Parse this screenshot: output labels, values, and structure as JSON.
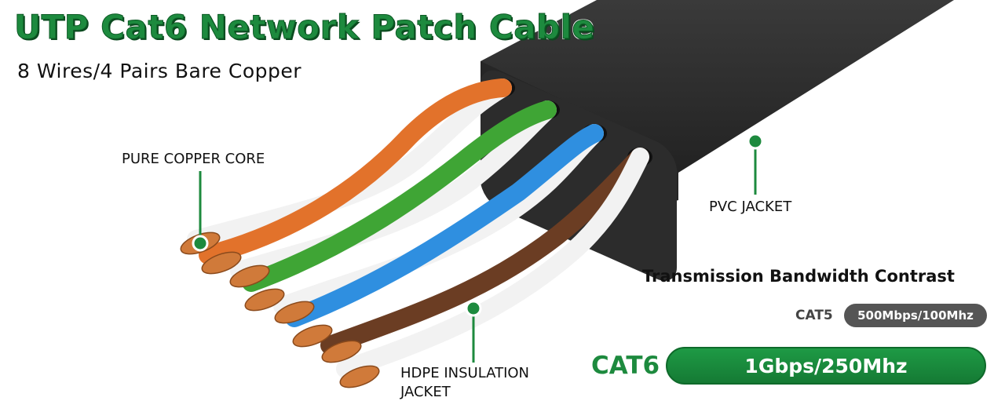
{
  "header": {
    "title": "UTP Cat6 Network Patch Cable",
    "subtitle": "8 Wires/4 Pairs Bare Copper"
  },
  "callouts": {
    "copper_core": "PURE COPPER CORE",
    "pvc_jacket": "PVC JACKET",
    "hdpe_line1": "HDPE INSULATION",
    "hdpe_line2": "JACKET"
  },
  "bandwidth": {
    "title": "Transmission Bandwidth Contrast",
    "cat5_label": "CAT5",
    "cat5_value": "500Mbps/100Mhz",
    "cat6_label": "CAT6",
    "cat6_value": "1Gbps/250Mhz"
  },
  "colors": {
    "brand_green": "#1d8a3e",
    "jacket": "#2f2f2f",
    "orange": "#e2722b",
    "green": "#3fa535",
    "blue": "#2f8fe0",
    "brown": "#6b3d23",
    "copper": "#d07a3a"
  }
}
